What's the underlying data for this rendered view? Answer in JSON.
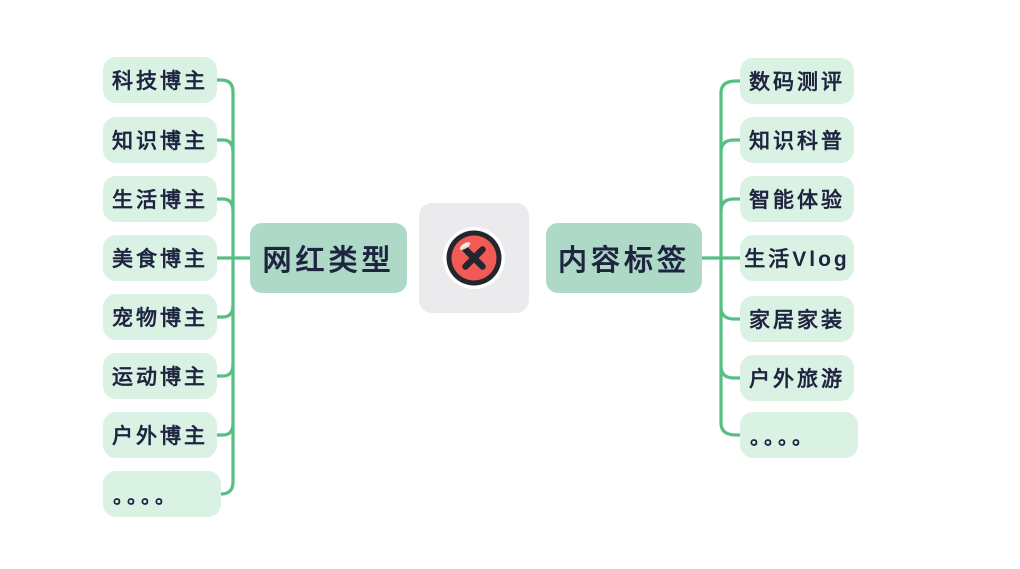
{
  "diagram": {
    "title_hint": "influencer-type to content-tag mind map",
    "center_icon": "red-cross-mark",
    "left": {
      "parent": "网红类型",
      "children": [
        "科技博主",
        "知识博主",
        "生活博主",
        "美食博主",
        "宠物博主",
        "运动博主",
        "户外博主",
        "。。。。"
      ]
    },
    "right": {
      "parent": "内容标签",
      "children": [
        "数码测评",
        "知识科普",
        "智能体验",
        "生活Vlog",
        "家居家装",
        "户外旅游",
        "。。。。"
      ]
    },
    "colors": {
      "child_fill": "#d9f2e3",
      "parent_fill": "#aed9c7",
      "line": "#57bf83",
      "text": "#1f2440",
      "center_background": "#ebebee",
      "icon_red": "#f25b55",
      "icon_outline": "#23262e"
    }
  }
}
